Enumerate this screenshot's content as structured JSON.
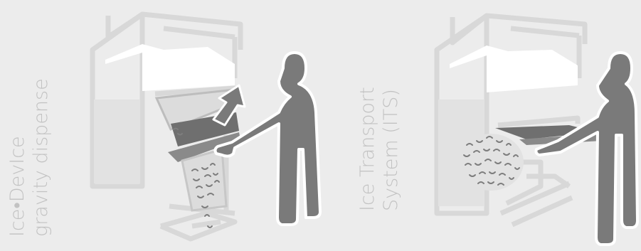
{
  "colors": {
    "background": "#ececec",
    "machine_outline": "#d8d8d8",
    "machine_window": "#ffffff",
    "figure": "#7a7a7a",
    "label": "#c2c2c2"
  },
  "panels": [
    {
      "id": "ice-device",
      "label_lines": [
        "Ice•DevIce",
        "gravity dispense"
      ]
    },
    {
      "id": "ice-transport-system",
      "label_lines": [
        "Ice Transport",
        "System (ITS)"
      ]
    }
  ]
}
